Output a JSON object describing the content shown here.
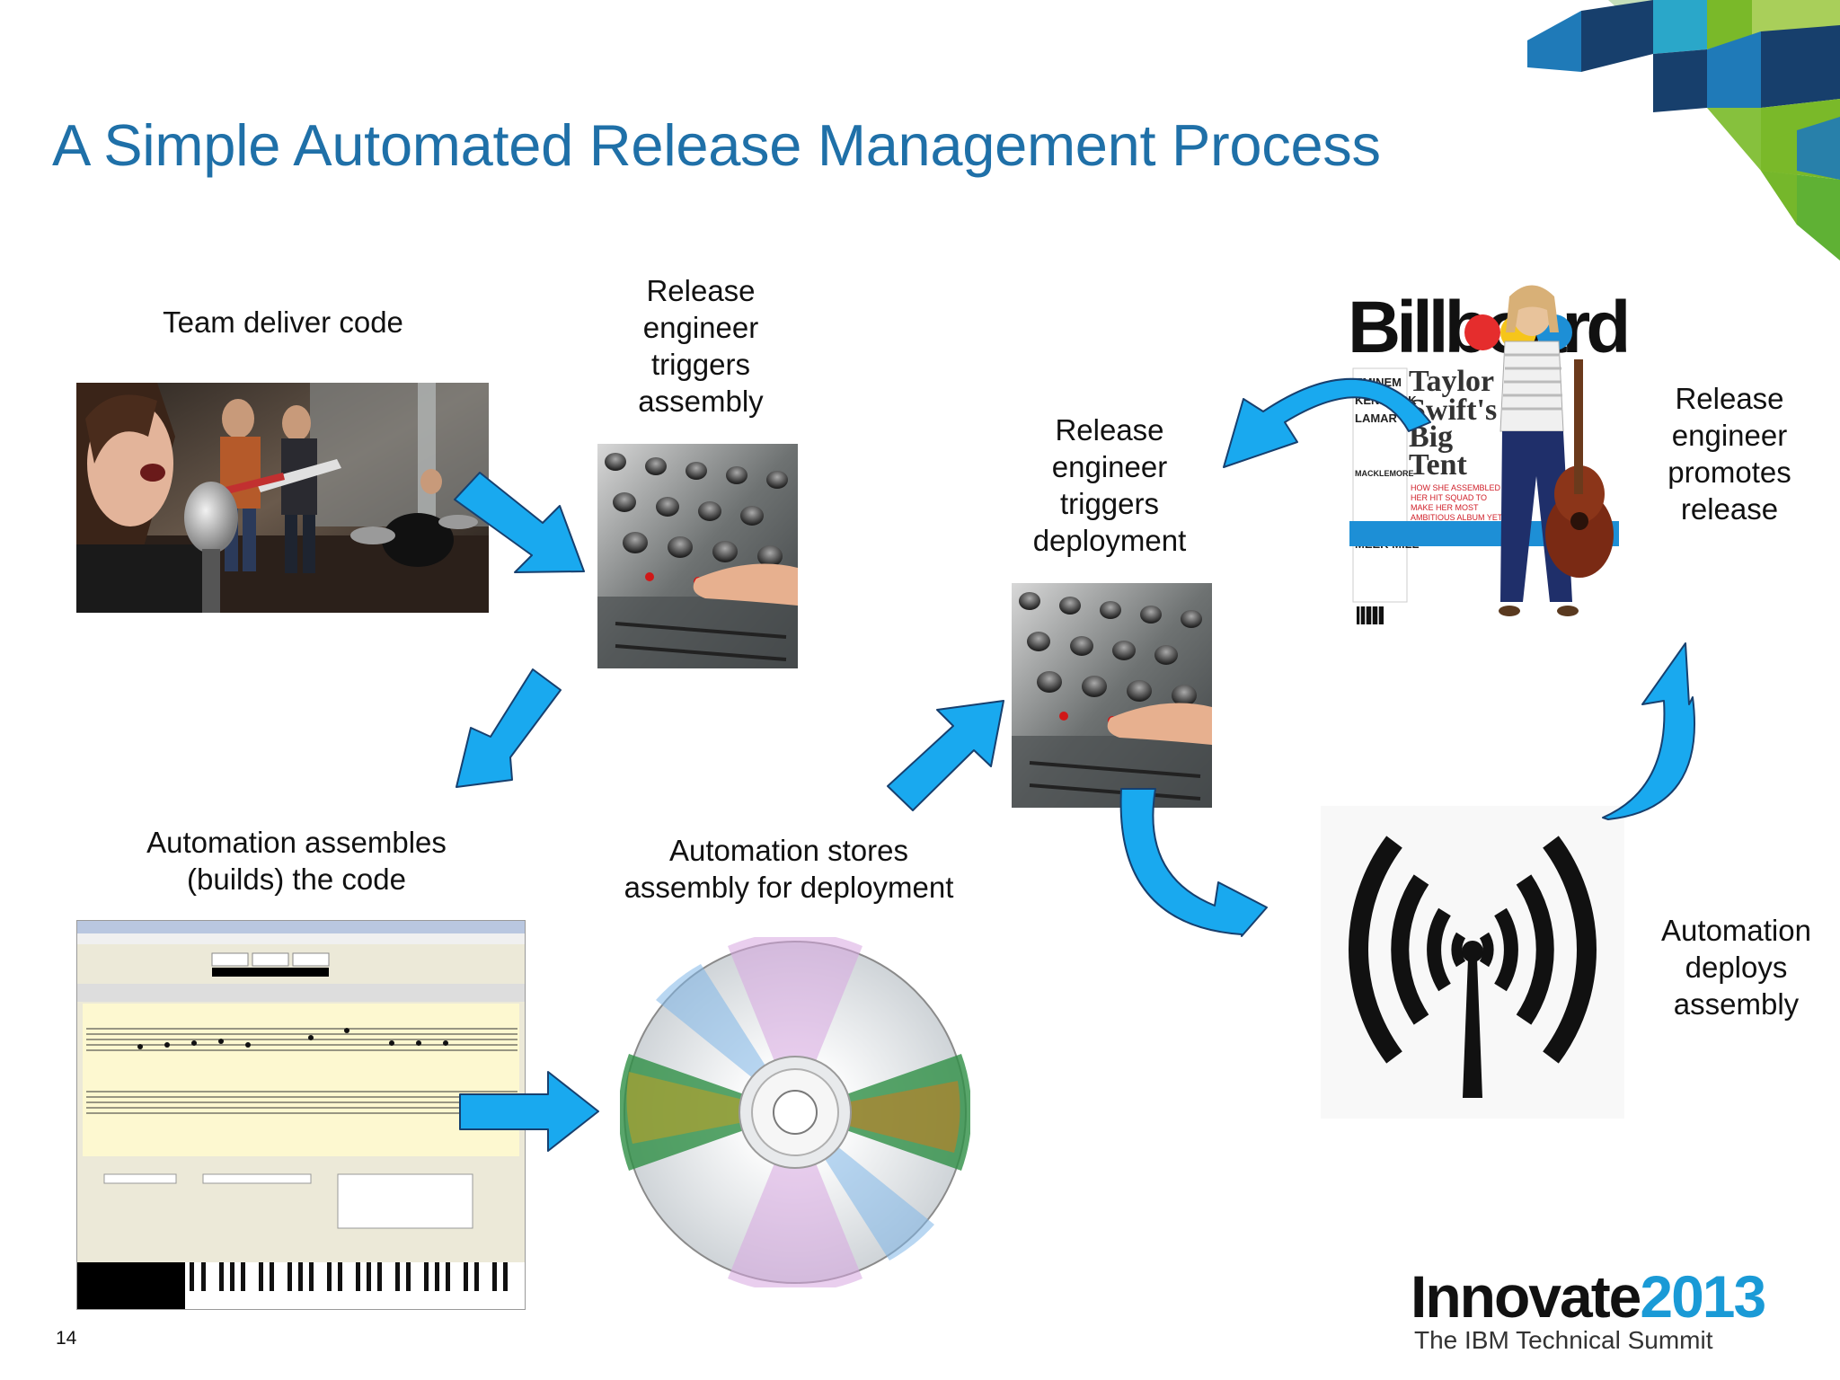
{
  "slide": {
    "title": "A Simple Automated Release Management Process",
    "page_number": "14"
  },
  "steps": {
    "team_deliver": {
      "label_lines": [
        "Team deliver code"
      ]
    },
    "trigger_assembly": {
      "label_lines": [
        "Release",
        "engineer",
        "triggers",
        "assembly"
      ]
    },
    "trigger_deployment": {
      "label_lines": [
        "Release",
        "engineer",
        "triggers",
        "deployment"
      ]
    },
    "promotes_release": {
      "label_lines": [
        "Release",
        "engineer",
        "promotes",
        "release"
      ]
    },
    "automation_builds": {
      "label_lines": [
        "Automation assembles",
        "(builds) the code"
      ]
    },
    "automation_stores": {
      "label_lines": [
        "Automation stores",
        "assembly for deployment"
      ]
    },
    "automation_deploys": {
      "label_lines": [
        "Automation",
        "deploys",
        "assembly"
      ]
    }
  },
  "images": {
    "band_photo": "band-photo",
    "mixing_console": "mixing-console-photo",
    "music_software": "music-notation-software-screenshot",
    "cd_disc": "cd-disc",
    "broadcast": "broadcast-antenna-icon",
    "magazine": {
      "masthead": "Billboard",
      "headline_lines": [
        "Taylor",
        "Swift's",
        "Big",
        "Tent"
      ],
      "side_items": [
        "EMINEM",
        "KENDRICK",
        "LAMAR",
        "MACKLEMORE",
        "MEEK MILL"
      ]
    }
  },
  "brand": {
    "name_word": "Innovate",
    "name_year": "2013",
    "subtitle": "The IBM Technical Summit"
  },
  "colors": {
    "title": "#1f70a8",
    "arrow_fill": "#19a9ef",
    "arrow_stroke": "#17406f",
    "brand_blue": "#1a9ad6",
    "corner_green": "#7ab929",
    "corner_navy": "#173f6c",
    "corner_blue": "#1f7ab8"
  }
}
